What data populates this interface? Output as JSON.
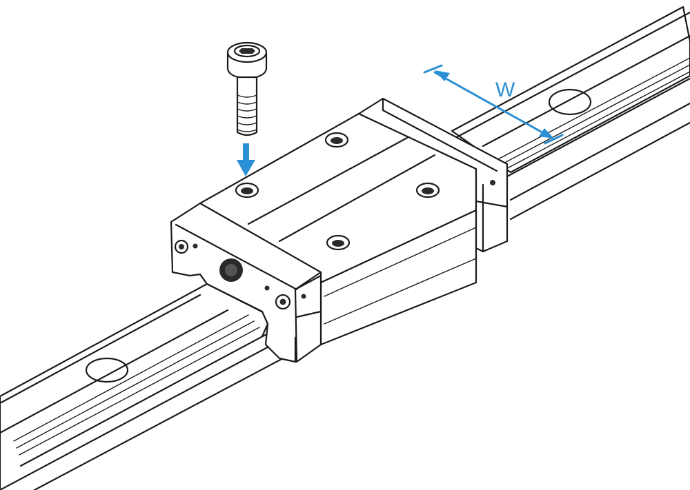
{
  "dimension": {
    "label": "W",
    "color": "#2a8fd4"
  },
  "colors": {
    "outline": "#1a1a1a",
    "background": "#ffffff"
  },
  "components": [
    "linear-guide-rail",
    "carriage-block",
    "cap-screw",
    "mounting-arrow",
    "width-dimension"
  ]
}
